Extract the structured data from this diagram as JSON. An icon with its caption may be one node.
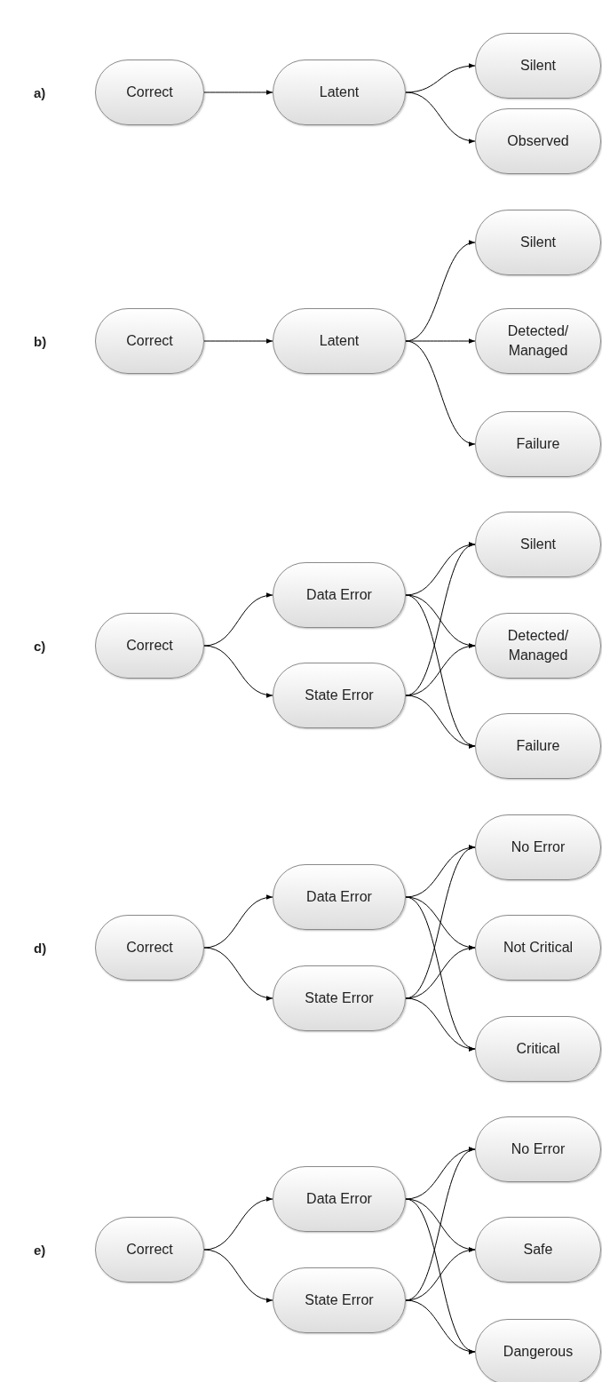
{
  "diagram": {
    "nodes": [
      {
        "text": [
          "Correct"
        ]
      },
      {
        "text": [
          "Latent"
        ]
      },
      {
        "text": [
          "Silent"
        ]
      },
      {
        "text": [
          "Observed"
        ]
      },
      {
        "text": [
          "Correct"
        ]
      },
      {
        "text": [
          "Latent"
        ]
      },
      {
        "text": [
          "Silent"
        ]
      },
      {
        "text": [
          "Detected/ Managed"
        ]
      },
      {
        "text": [
          "Failure"
        ]
      },
      {
        "text": [
          "Correct"
        ]
      },
      {
        "text": [
          "Data Error"
        ]
      },
      {
        "text": [
          "State Error"
        ]
      },
      {
        "text": [
          "Silent"
        ]
      },
      {
        "text": [
          "Detected/ Managed"
        ]
      },
      {
        "text": [
          "Failure"
        ]
      },
      {
        "text": [
          "Correct"
        ]
      },
      {
        "text": [
          "Data Error"
        ]
      },
      {
        "text": [
          "State Error"
        ]
      },
      {
        "text": [
          "No Error"
        ]
      },
      {
        "text": [
          "Not Critical"
        ]
      },
      {
        "text": [
          "Critical"
        ]
      },
      {
        "text": [
          "Correct"
        ]
      },
      {
        "text": [
          "Data Error"
        ]
      },
      {
        "text": [
          "State Error"
        ]
      },
      {
        "text": [
          "No Error"
        ]
      },
      {
        "text": [
          "Safe"
        ]
      },
      {
        "text": [
          "Dangerous"
        ]
      }
    ],
    "edges": [
      {
        "from": 0,
        "to": 1,
        "arrow": "to"
      },
      {
        "from": 1,
        "to": 2,
        "arrow": "to"
      },
      {
        "from": 1,
        "to": 3,
        "arrow": "to"
      },
      {
        "from": 4,
        "to": 5,
        "arrow": "to"
      },
      {
        "from": 5,
        "to": 6,
        "arrow": "to"
      },
      {
        "from": 5,
        "to": 7,
        "arrow": "to"
      },
      {
        "from": 5,
        "to": 8,
        "arrow": "to"
      },
      {
        "from": 9,
        "to": 10,
        "arrow": "to"
      },
      {
        "from": 9,
        "to": 11,
        "arrow": "to"
      },
      {
        "from": 10,
        "to": 12,
        "arrow": "to"
      },
      {
        "from": 10,
        "to": 13,
        "arrow": "to"
      },
      {
        "from": 10,
        "to": 14,
        "arrow": "to"
      },
      {
        "from": 11,
        "to": 12,
        "arrow": "to"
      },
      {
        "from": 11,
        "to": 13,
        "arrow": "to"
      },
      {
        "from": 11,
        "to": 14,
        "arrow": "to"
      },
      {
        "from": 15,
        "to": 16,
        "arrow": "to"
      },
      {
        "from": 15,
        "to": 17,
        "arrow": "to"
      },
      {
        "from": 16,
        "to": 18,
        "arrow": "to"
      },
      {
        "from": 16,
        "to": 19,
        "arrow": "to"
      },
      {
        "from": 16,
        "to": 20,
        "arrow": "to"
      },
      {
        "from": 17,
        "to": 18,
        "arrow": "to"
      },
      {
        "from": 17,
        "to": 19,
        "arrow": "to"
      },
      {
        "from": 17,
        "to": 20,
        "arrow": "to"
      },
      {
        "from": 21,
        "to": 22,
        "arrow": "to"
      },
      {
        "from": 21,
        "to": 23,
        "arrow": "to"
      },
      {
        "from": 22,
        "to": 24,
        "arrow": "to"
      },
      {
        "from": 22,
        "to": 25,
        "arrow": "to"
      },
      {
        "from": 22,
        "to": 26,
        "arrow": "to"
      },
      {
        "from": 23,
        "to": 24,
        "arrow": "to"
      },
      {
        "from": 23,
        "to": 25,
        "arrow": "to"
      },
      {
        "from": 23,
        "to": 26,
        "arrow": "to"
      }
    ],
    "labels": [
      "a)",
      "b)",
      "c)",
      "d)",
      "e)"
    ]
  }
}
